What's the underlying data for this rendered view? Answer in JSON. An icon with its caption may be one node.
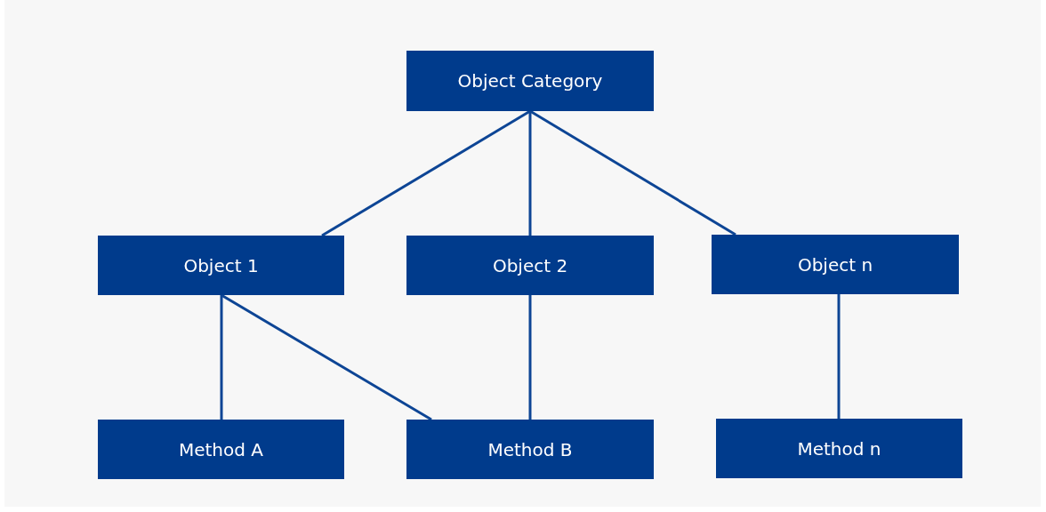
{
  "diagram": {
    "nodes": [
      {
        "text": [
          "Object Category"
        ]
      },
      {
        "text": [
          "Object 1"
        ]
      },
      {
        "text": [
          "Object 2"
        ]
      },
      {
        "text": [
          "Object n"
        ]
      },
      {
        "text": [
          "Method A"
        ]
      },
      {
        "text": [
          "Method B"
        ]
      },
      {
        "text": [
          "Method n"
        ]
      }
    ],
    "edges": [
      {
        "from": 0,
        "to": 1,
        "arrow": "none"
      },
      {
        "from": 0,
        "to": 2,
        "arrow": "none"
      },
      {
        "from": 0,
        "to": 3,
        "arrow": "none"
      },
      {
        "from": 1,
        "to": 4,
        "arrow": "none"
      },
      {
        "from": 1,
        "to": 5,
        "arrow": "none"
      },
      {
        "from": 2,
        "to": 5,
        "arrow": "none"
      },
      {
        "from": 3,
        "to": 6,
        "arrow": "none"
      }
    ]
  }
}
